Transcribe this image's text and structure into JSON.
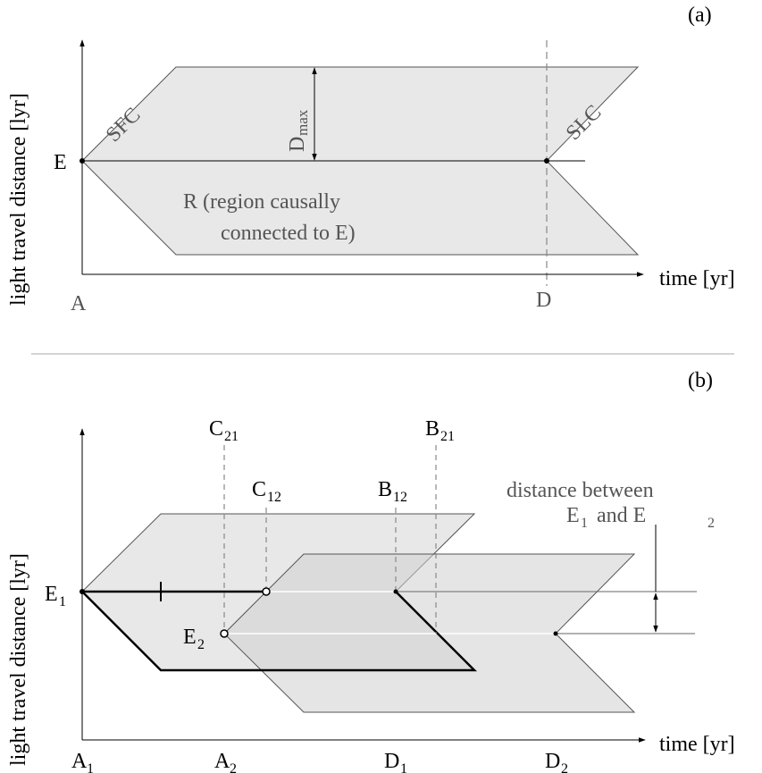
{
  "panel_a": {
    "tag": "(a)",
    "y_axis_label": "light travel distance [lyr]",
    "x_axis_label": "time [yr]",
    "point_E": "E",
    "point_A": "A",
    "point_D": "D",
    "sfc": "SFC",
    "slc": "SLC",
    "dmax_main": "D",
    "dmax_sub": "max",
    "region_line1": "R (region causally",
    "region_line2": "connected to E)"
  },
  "panel_b": {
    "tag": "(b)",
    "y_axis_label": "light travel distance [lyr]",
    "x_axis_label": "time [yr]",
    "E1": {
      "main": "E",
      "sub": "1"
    },
    "E2": {
      "main": "E",
      "sub": "2"
    },
    "A1": {
      "main": "A",
      "sub": "1"
    },
    "A2": {
      "main": "A",
      "sub": "2"
    },
    "D1": {
      "main": "D",
      "sub": "1"
    },
    "D2": {
      "main": "D",
      "sub": "2"
    },
    "C21": {
      "main": "C",
      "sub": "21"
    },
    "C12": {
      "main": "C",
      "sub": "12"
    },
    "B12": {
      "main": "B",
      "sub": "12"
    },
    "B21": {
      "main": "B",
      "sub": "21"
    },
    "distance_line1": "distance between",
    "distance_line2_a": "E",
    "distance_line2_a_sub": "1",
    "distance_line2_mid": "and E",
    "distance_line2_b_sub": "2"
  }
}
